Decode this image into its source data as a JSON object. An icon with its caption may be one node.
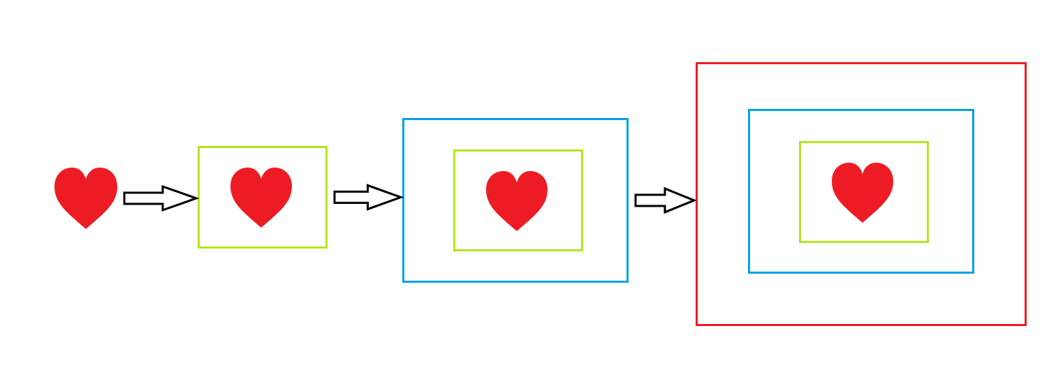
{
  "diagram": {
    "nodes": [
      {
        "text": [],
        "shape": "heart"
      },
      {
        "text": [],
        "shape": "box"
      },
      {
        "text": [],
        "shape": "heart",
        "in": 1
      },
      {
        "text": [],
        "shape": "box"
      },
      {
        "text": [],
        "shape": "box",
        "in": 3
      },
      {
        "text": [],
        "shape": "heart",
        "in": 4
      },
      {
        "text": [],
        "shape": "box"
      },
      {
        "text": [],
        "shape": "box",
        "in": 6
      },
      {
        "text": [],
        "shape": "box",
        "in": 7
      },
      {
        "text": [],
        "shape": "heart",
        "in": 8
      }
    ],
    "edges": [
      {
        "from": 0,
        "to": 1,
        "arrow": "to",
        "style": "thick"
      },
      {
        "from": 1,
        "to": 3,
        "arrow": "to",
        "style": "thick"
      },
      {
        "from": 3,
        "to": 6,
        "arrow": "to",
        "style": "thick"
      }
    ]
  }
}
